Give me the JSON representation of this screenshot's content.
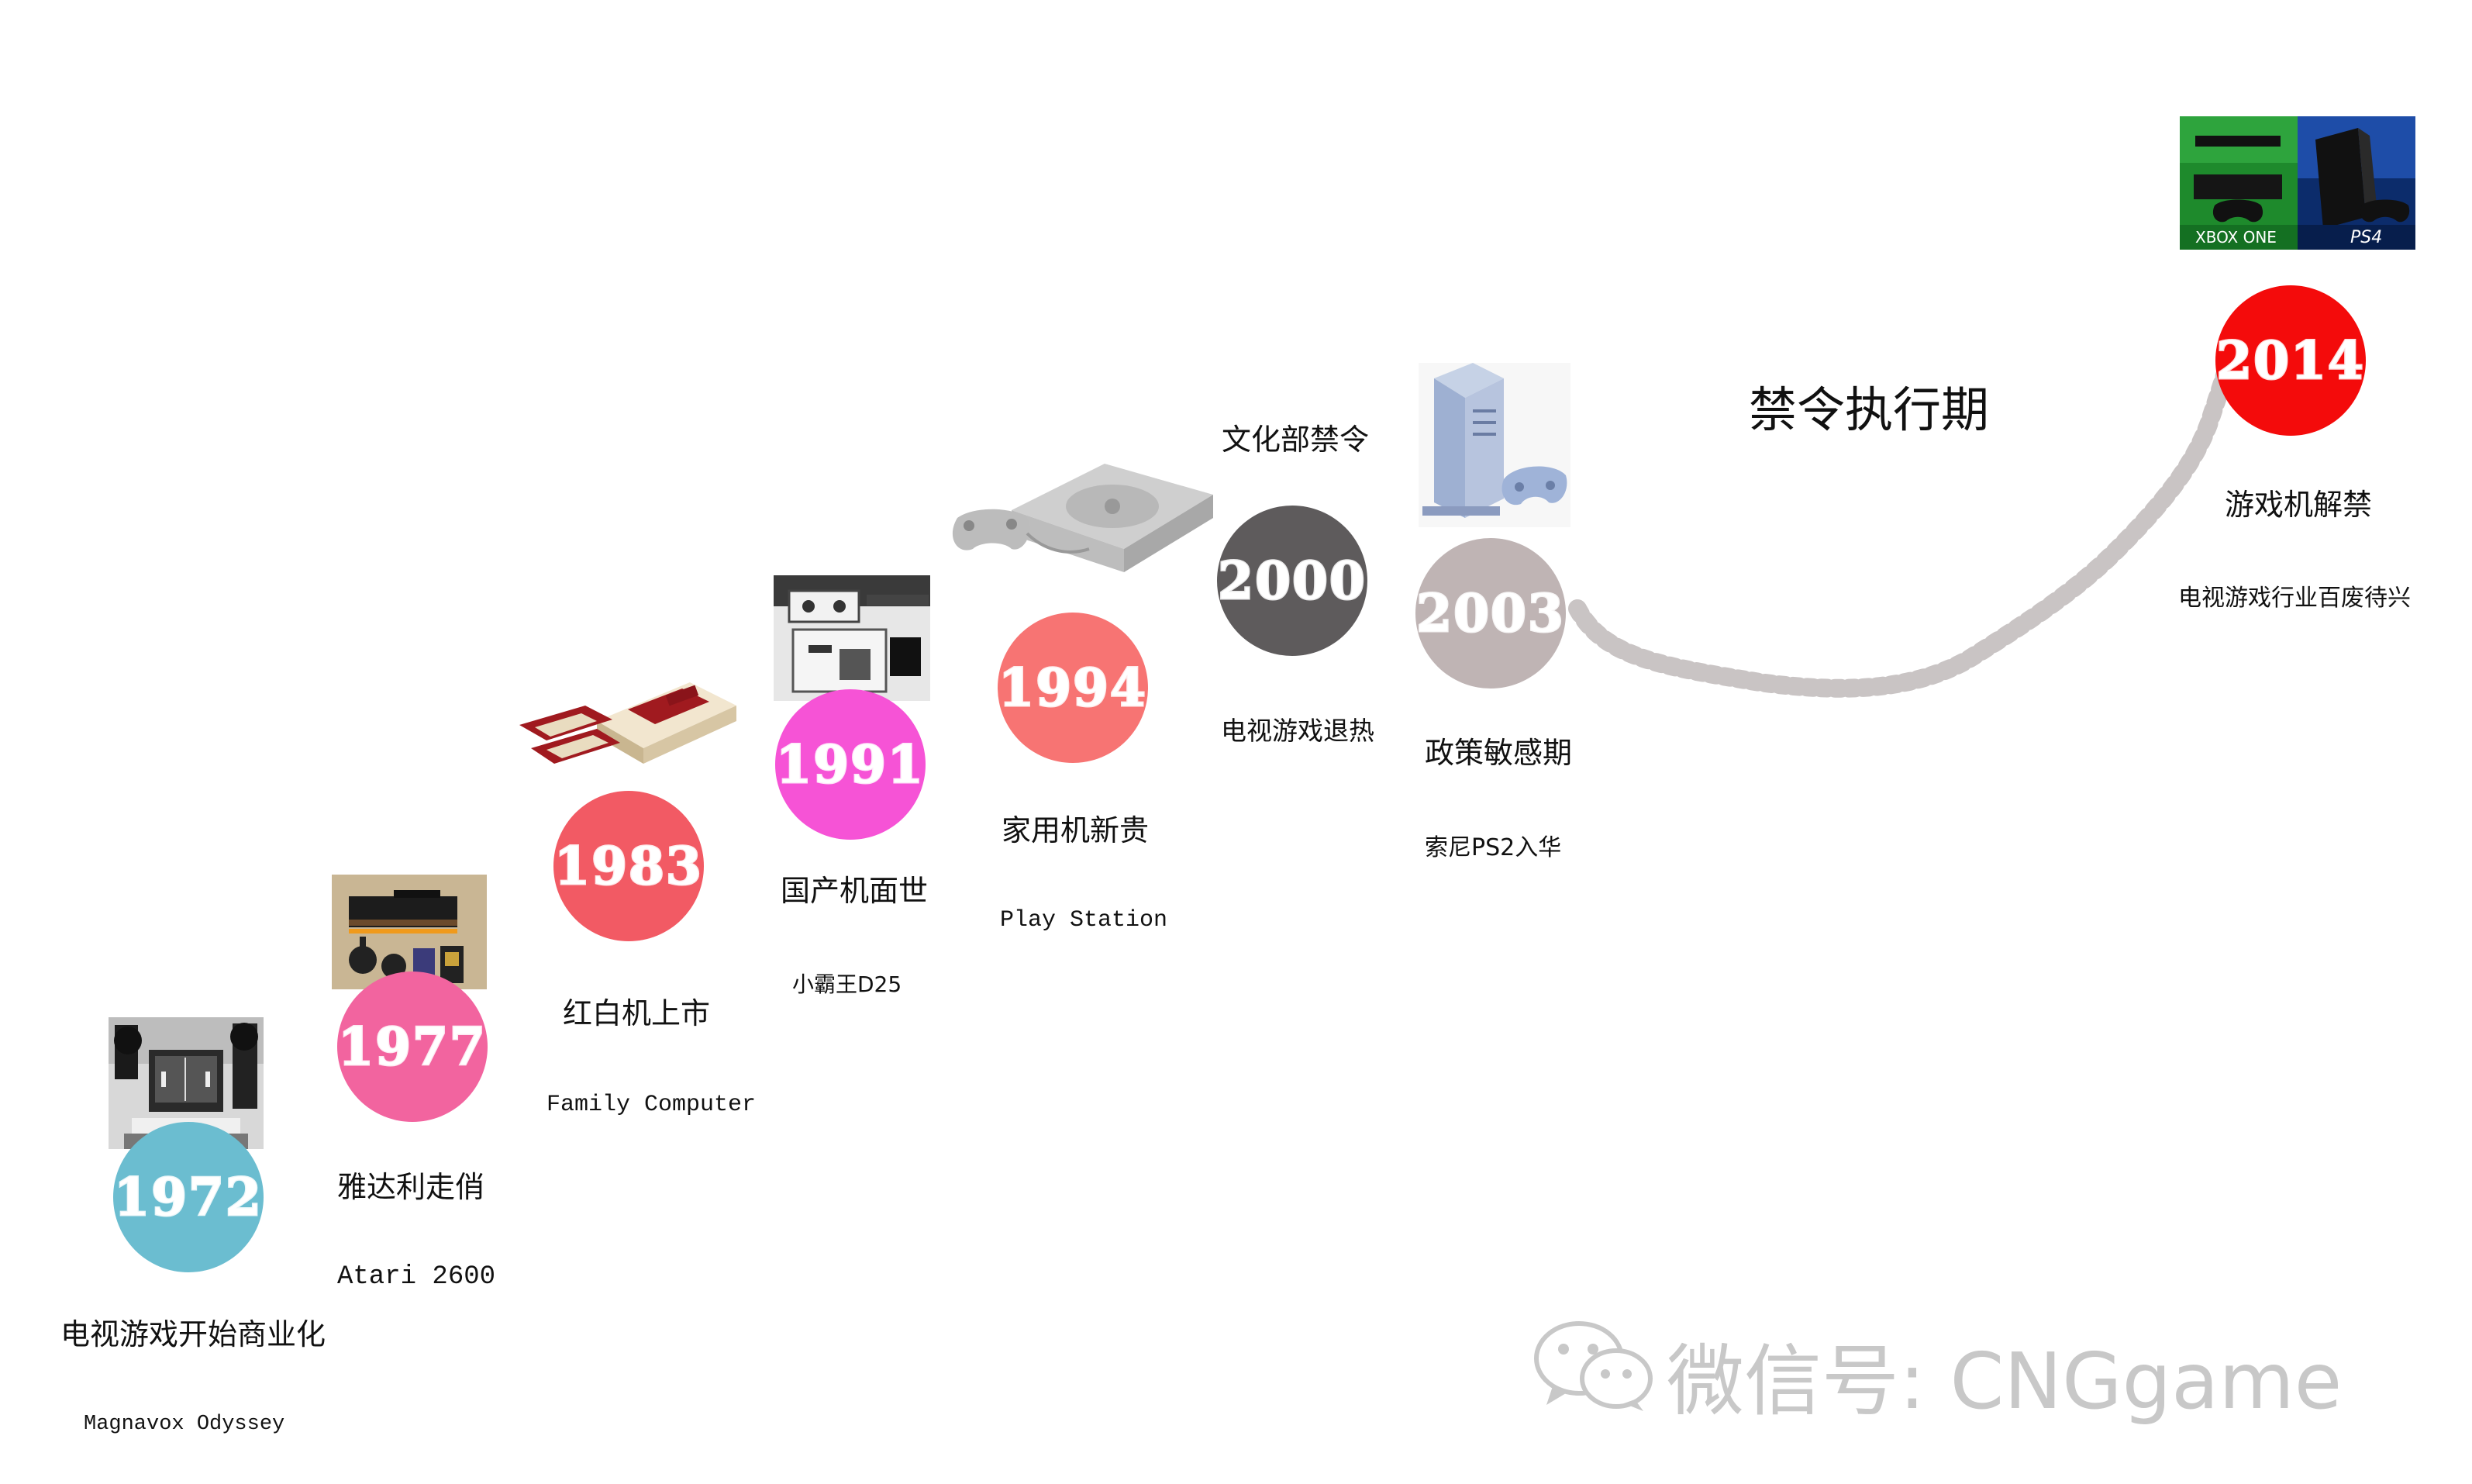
{
  "colors": {
    "1972": "#6bbdd0",
    "1977": "#f2649f",
    "1983": "#f25a64",
    "1991": "#f653d6",
    "1994": "#f77473",
    "2000": "#5e5b5c",
    "2003": "#bfb4b4",
    "2014": "#f40b0b",
    "line": "#c9c4c4"
  },
  "milestones": [
    {
      "year": "1972",
      "title": "电视游戏开始商业化",
      "subtitle": "Magnavox Odyssey",
      "image": "magnavox-odyssey-photo"
    },
    {
      "year": "1977",
      "title": "雅达利走俏",
      "subtitle": "Atari 2600",
      "image": "atari-2600-photo"
    },
    {
      "year": "1983",
      "title": "红白机上市",
      "subtitle": "Family Computer",
      "image": "famicom-photo"
    },
    {
      "year": "1991",
      "title": "国产机面世",
      "subtitle": "小霸王D25",
      "image": "subor-d25-photo"
    },
    {
      "year": "1994",
      "title": "家用机新贵",
      "subtitle": "Play Station",
      "image": "playstation-photo"
    },
    {
      "year": "2000",
      "above": "文化部禁令",
      "below": "电视游戏退热"
    },
    {
      "year": "2003",
      "title": "政策敏感期",
      "subtitle": "索尼PS2入华",
      "image": "ps2-photo"
    },
    {
      "year": "2014",
      "title": "游戏机解禁",
      "subtitle": "电视游戏行业百废待兴",
      "image": "xbox-one-ps4-photo"
    }
  ],
  "ban_period_label": "禁令执行期",
  "console_logos": {
    "xbox": "XBOX ONE",
    "ps4": "PS4"
  },
  "watermark": "微信号: CNGgame"
}
